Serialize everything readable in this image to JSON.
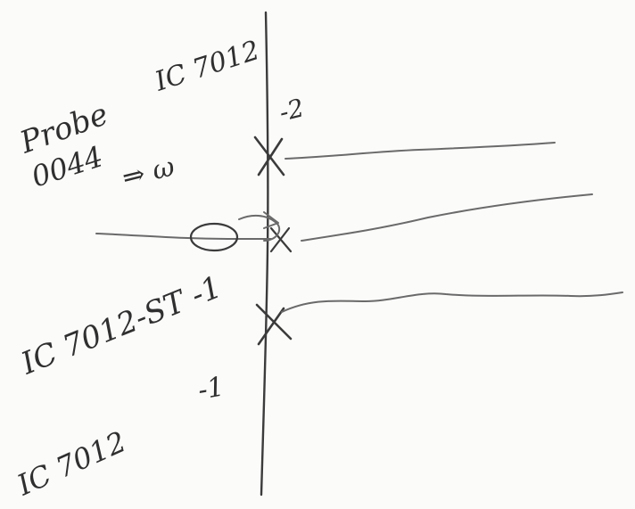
{
  "labels": {
    "top_left_id": "IC 7012",
    "top_right_label": "-2",
    "probe_line_1": "Probe",
    "probe_line_2": "0044",
    "probe_line_3": "⇒ ω",
    "middle_id": "IC 7012-ST -1",
    "lower_label": "-1",
    "bottom_id": "IC 7012"
  },
  "colors": {
    "paper": "#fbfbfa",
    "ink": "#3b3b3b"
  }
}
